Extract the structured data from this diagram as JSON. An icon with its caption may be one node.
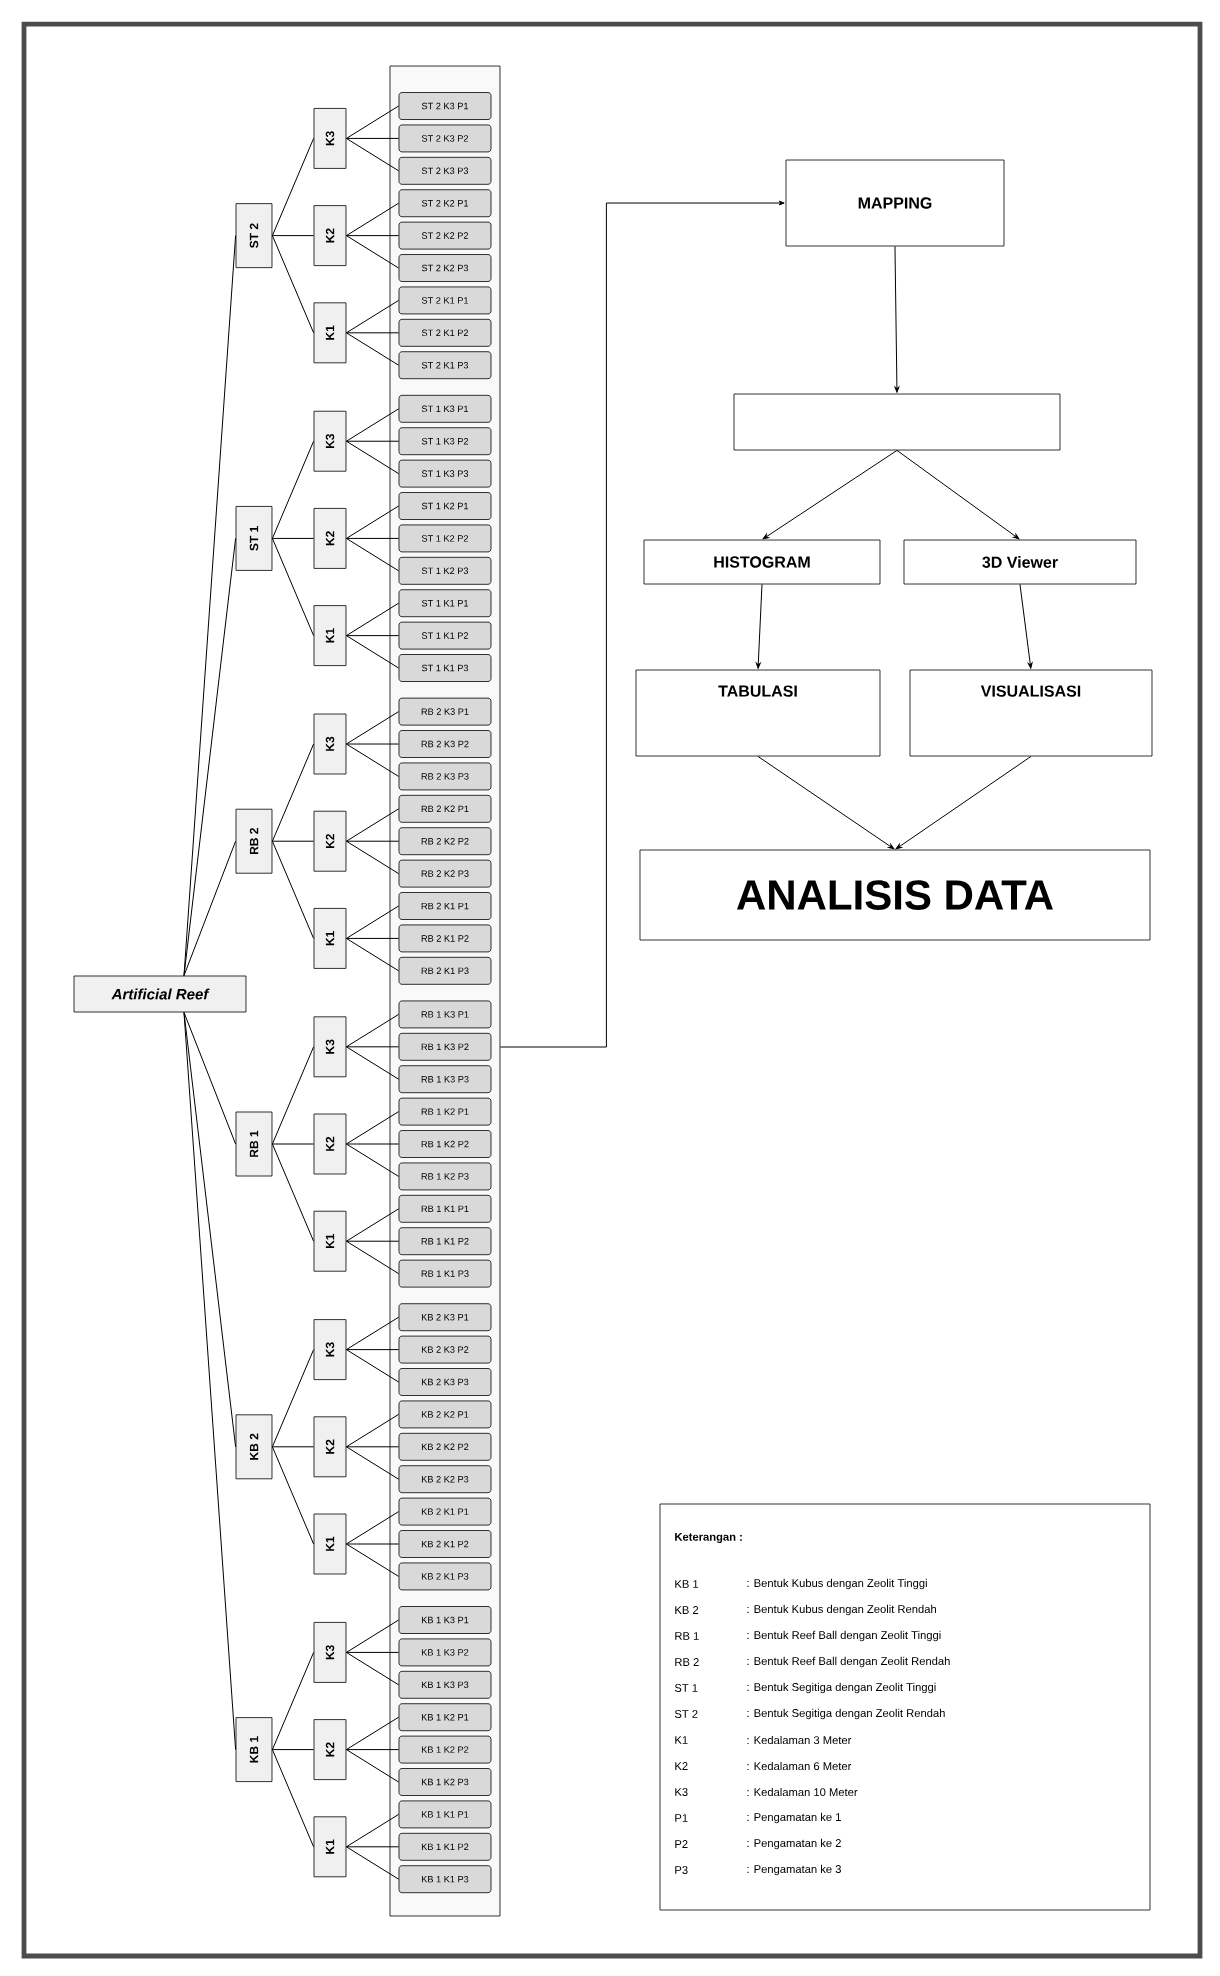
{
  "diagram": {
    "nodes": [
      {
        "text": [
          "Artificial Reef"
        ]
      },
      {
        "text": [
          "ST 2"
        ]
      },
      {
        "text": [
          "ST 1"
        ]
      },
      {
        "text": [
          "RB 2"
        ]
      },
      {
        "text": [
          "RB 1"
        ]
      },
      {
        "text": [
          "KB 2"
        ]
      },
      {
        "text": [
          "KB 1"
        ]
      },
      {
        "text": [
          "K3"
        ]
      },
      {
        "text": [
          "K2"
        ]
      },
      {
        "text": [
          "K1"
        ]
      },
      {
        "text": [
          "K3"
        ]
      },
      {
        "text": [
          "K2"
        ]
      },
      {
        "text": [
          "K1"
        ]
      },
      {
        "text": [
          "K3"
        ]
      },
      {
        "text": [
          "K2"
        ]
      },
      {
        "text": [
          "K1"
        ]
      },
      {
        "text": [
          "K3"
        ]
      },
      {
        "text": [
          "K2"
        ]
      },
      {
        "text": [
          "K1"
        ]
      },
      {
        "text": [
          "K3"
        ]
      },
      {
        "text": [
          "K2"
        ]
      },
      {
        "text": [
          "K1"
        ]
      },
      {
        "text": [
          "K3"
        ]
      },
      {
        "text": [
          "K2"
        ]
      },
      {
        "text": [
          "K1"
        ]
      },
      {
        "text": [],
        "shape": "box"
      },
      {
        "text": [
          "ST 2 K3 P1"
        ],
        "in": 25
      },
      {
        "text": [
          "ST 2 K3 P2"
        ],
        "in": 25
      },
      {
        "text": [
          "ST 2 K3 P3"
        ],
        "in": 25
      },
      {
        "text": [
          "ST 2 K2 P1"
        ],
        "in": 25
      },
      {
        "text": [
          "ST 2 K2 P2"
        ],
        "in": 25
      },
      {
        "text": [
          "ST 2 K2 P3"
        ],
        "in": 25
      },
      {
        "text": [
          "ST 2 K1 P1"
        ],
        "in": 25
      },
      {
        "text": [
          "ST 2 K1 P2"
        ],
        "in": 25
      },
      {
        "text": [
          "ST 2 K1 P3"
        ],
        "in": 25
      },
      {
        "text": [
          "ST 1 K3 P1"
        ],
        "in": 25
      },
      {
        "text": [
          "ST 1 K3 P2"
        ],
        "in": 25
      },
      {
        "text": [
          "ST 1 K3 P3"
        ],
        "in": 25
      },
      {
        "text": [
          "ST 1 K2 P1"
        ],
        "in": 25
      },
      {
        "text": [
          "ST 1 K2 P2"
        ],
        "in": 25
      },
      {
        "text": [
          "ST 1 K2 P3"
        ],
        "in": 25
      },
      {
        "text": [
          "ST 1 K1 P1"
        ],
        "in": 25
      },
      {
        "text": [
          "ST 1 K1 P2"
        ],
        "in": 25
      },
      {
        "text": [
          "ST 1 K1 P3"
        ],
        "in": 25
      },
      {
        "text": [
          "RB 2 K3 P1"
        ],
        "in": 25
      },
      {
        "text": [
          "RB 2 K3 P2"
        ],
        "in": 25
      },
      {
        "text": [
          "RB 2 K3 P3"
        ],
        "in": 25
      },
      {
        "text": [
          "RB 2 K2 P1"
        ],
        "in": 25
      },
      {
        "text": [
          "RB 2 K2 P2"
        ],
        "in": 25
      },
      {
        "text": [
          "RB 2 K2 P3"
        ],
        "in": 25
      },
      {
        "text": [
          "RB 2 K1 P1"
        ],
        "in": 25
      },
      {
        "text": [
          "RB 2 K1 P2"
        ],
        "in": 25
      },
      {
        "text": [
          "RB 2 K1 P3"
        ],
        "in": 25
      },
      {
        "text": [
          "RB 1 K3 P1"
        ],
        "in": 25
      },
      {
        "text": [
          "RB 1 K3 P2"
        ],
        "in": 25
      },
      {
        "text": [
          "RB 1 K3 P3"
        ],
        "in": 25
      },
      {
        "text": [
          "RB 1 K2 P1"
        ],
        "in": 25
      },
      {
        "text": [
          "RB 1 K2 P2"
        ],
        "in": 25
      },
      {
        "text": [
          "RB 1 K2 P3"
        ],
        "in": 25
      },
      {
        "text": [
          "RB 1 K1 P1"
        ],
        "in": 25
      },
      {
        "text": [
          "RB 1 K1 P2"
        ],
        "in": 25
      },
      {
        "text": [
          "RB 1 K1 P3"
        ],
        "in": 25
      },
      {
        "text": [
          "KB 2 K3 P1"
        ],
        "in": 25
      },
      {
        "text": [
          "KB 2 K3 P2"
        ],
        "in": 25
      },
      {
        "text": [
          "KB 2 K3 P3"
        ],
        "in": 25
      },
      {
        "text": [
          "KB 2 K2 P1"
        ],
        "in": 25
      },
      {
        "text": [
          "KB 2 K2 P2"
        ],
        "in": 25
      },
      {
        "text": [
          "KB 2 K2 P3"
        ],
        "in": 25
      },
      {
        "text": [
          "KB 2 K1 P1"
        ],
        "in": 25
      },
      {
        "text": [
          "KB 2 K1 P2"
        ],
        "in": 25
      },
      {
        "text": [
          "KB 2 K1 P3"
        ],
        "in": 25
      },
      {
        "text": [
          "KB 1 K3 P1"
        ],
        "in": 25
      },
      {
        "text": [
          "KB 1 K3 P2"
        ],
        "in": 25
      },
      {
        "text": [
          "KB 1 K3 P3"
        ],
        "in": 25
      },
      {
        "text": [
          "KB 1 K2 P1"
        ],
        "in": 25
      },
      {
        "text": [
          "KB 1 K2 P2"
        ],
        "in": 25
      },
      {
        "text": [
          "KB 1 K2 P3"
        ],
        "in": 25
      },
      {
        "text": [
          "KB 1 K1 P1"
        ],
        "in": 25
      },
      {
        "text": [
          "KB 1 K1 P2"
        ],
        "in": 25
      },
      {
        "text": [
          "KB 1 K1 P3"
        ],
        "in": 25
      },
      {
        "text": [
          "MAPPING"
        ]
      },
      {
        "text": [],
        "shape": "box"
      },
      {
        "text": [
          "HISTOGRAM"
        ]
      },
      {
        "text": [
          "3D Viewer"
        ]
      },
      {
        "text": [
          "TABULASI"
        ]
      },
      {
        "text": [
          "VISUALISASI"
        ]
      },
      {
        "text": [
          "ANALISIS DATA"
        ]
      },
      {
        "text": [
          "Keterangan :",
          "KB 1",
          ": Bentuk Kubus dengan Zeolit Tinggi",
          "KB 2",
          ": Bentuk Kubus dengan Zeolit Rendah",
          "RB 1",
          ": Bentuk Reef Ball dengan Zeolit Tinggi",
          "RB 2",
          ": Bentuk Reef Ball dengan Zeolit Rendah",
          "ST 1",
          ": Bentuk Segitiga dengan Zeolit Tinggi",
          "ST 2",
          ": Bentuk Segitiga dengan Zeolit Rendah",
          "K1",
          ": Kedalaman 3 Meter",
          "K2",
          ": Kedalaman 6 Meter",
          "K3",
          ": Kedalaman 10 Meter",
          "P1",
          ": Pengamatan ke 1",
          "P2",
          ": Pengamatan ke 2",
          "P3",
          ": Pengamatan ke 3"
        ]
      }
    ],
    "edges": [
      {
        "from": 0,
        "to": 1,
        "arrow": "none"
      },
      {
        "from": 0,
        "to": 2,
        "arrow": "none"
      },
      {
        "from": 0,
        "to": 3,
        "arrow": "none"
      },
      {
        "from": 0,
        "to": 4,
        "arrow": "none"
      },
      {
        "from": 0,
        "to": 5,
        "arrow": "none"
      },
      {
        "from": 0,
        "to": 6,
        "arrow": "none"
      },
      {
        "from": 1,
        "to": 7,
        "arrow": "none"
      },
      {
        "from": 1,
        "to": 8,
        "arrow": "none"
      },
      {
        "from": 1,
        "to": 9,
        "arrow": "none"
      },
      {
        "from": 2,
        "to": 10,
        "arrow": "none"
      },
      {
        "from": 2,
        "to": 11,
        "arrow": "none"
      },
      {
        "from": 2,
        "to": 12,
        "arrow": "none"
      },
      {
        "from": 3,
        "to": 13,
        "arrow": "none"
      },
      {
        "from": 3,
        "to": 14,
        "arrow": "none"
      },
      {
        "from": 3,
        "to": 15,
        "arrow": "none"
      },
      {
        "from": 4,
        "to": 16,
        "arrow": "none"
      },
      {
        "from": 4,
        "to": 17,
        "arrow": "none"
      },
      {
        "from": 4,
        "to": 18,
        "arrow": "none"
      },
      {
        "from": 5,
        "to": 19,
        "arrow": "none"
      },
      {
        "from": 5,
        "to": 20,
        "arrow": "none"
      },
      {
        "from": 5,
        "to": 21,
        "arrow": "none"
      },
      {
        "from": 6,
        "to": 22,
        "arrow": "none"
      },
      {
        "from": 6,
        "to": 23,
        "arrow": "none"
      },
      {
        "from": 6,
        "to": 24,
        "arrow": "none"
      },
      {
        "from": 7,
        "to": 26,
        "arrow": "none"
      },
      {
        "from": 7,
        "to": 27,
        "arrow": "none"
      },
      {
        "from": 7,
        "to": 28,
        "arrow": "none"
      },
      {
        "from": 8,
        "to": 29,
        "arrow": "none"
      },
      {
        "from": 8,
        "to": 30,
        "arrow": "none"
      },
      {
        "from": 8,
        "to": 31,
        "arrow": "none"
      },
      {
        "from": 9,
        "to": 32,
        "arrow": "none"
      },
      {
        "from": 9,
        "to": 33,
        "arrow": "none"
      },
      {
        "from": 9,
        "to": 34,
        "arrow": "none"
      },
      {
        "from": 10,
        "to": 35,
        "arrow": "none"
      },
      {
        "from": 10,
        "to": 36,
        "arrow": "none"
      },
      {
        "from": 10,
        "to": 37,
        "arrow": "none"
      },
      {
        "from": 11,
        "to": 38,
        "arrow": "none"
      },
      {
        "from": 11,
        "to": 39,
        "arrow": "none"
      },
      {
        "from": 11,
        "to": 40,
        "arrow": "none"
      },
      {
        "from": 12,
        "to": 41,
        "arrow": "none"
      },
      {
        "from": 12,
        "to": 42,
        "arrow": "none"
      },
      {
        "from": 12,
        "to": 43,
        "arrow": "none"
      },
      {
        "from": 13,
        "to": 44,
        "arrow": "none"
      },
      {
        "from": 13,
        "to": 45,
        "arrow": "none"
      },
      {
        "from": 13,
        "to": 46,
        "arrow": "none"
      },
      {
        "from": 14,
        "to": 47,
        "arrow": "none"
      },
      {
        "from": 14,
        "to": 48,
        "arrow": "none"
      },
      {
        "from": 14,
        "to": 49,
        "arrow": "none"
      },
      {
        "from": 15,
        "to": 50,
        "arrow": "none"
      },
      {
        "from": 15,
        "to": 51,
        "arrow": "none"
      },
      {
        "from": 15,
        "to": 52,
        "arrow": "none"
      },
      {
        "from": 16,
        "to": 53,
        "arrow": "none"
      },
      {
        "from": 16,
        "to": 54,
        "arrow": "none"
      },
      {
        "from": 16,
        "to": 55,
        "arrow": "none"
      },
      {
        "from": 17,
        "to": 56,
        "arrow": "none"
      },
      {
        "from": 17,
        "to": 57,
        "arrow": "none"
      },
      {
        "from": 17,
        "to": 58,
        "arrow": "none"
      },
      {
        "from": 18,
        "to": 59,
        "arrow": "none"
      },
      {
        "from": 18,
        "to": 60,
        "arrow": "none"
      },
      {
        "from": 18,
        "to": 61,
        "arrow": "none"
      },
      {
        "from": 19,
        "to": 62,
        "arrow": "none"
      },
      {
        "from": 19,
        "to": 63,
        "arrow": "none"
      },
      {
        "from": 19,
        "to": 64,
        "arrow": "none"
      },
      {
        "from": 20,
        "to": 65,
        "arrow": "none"
      },
      {
        "from": 20,
        "to": 66,
        "arrow": "none"
      },
      {
        "from": 20,
        "to": 67,
        "arrow": "none"
      },
      {
        "from": 21,
        "to": 68,
        "arrow": "none"
      },
      {
        "from": 21,
        "to": 69,
        "arrow": "none"
      },
      {
        "from": 21,
        "to": 70,
        "arrow": "none"
      },
      {
        "from": 22,
        "to": 71,
        "arrow": "none"
      },
      {
        "from": 22,
        "to": 72,
        "arrow": "none"
      },
      {
        "from": 22,
        "to": 73,
        "arrow": "none"
      },
      {
        "from": 23,
        "to": 74,
        "arrow": "none"
      },
      {
        "from": 23,
        "to": 75,
        "arrow": "none"
      },
      {
        "from": 23,
        "to": 76,
        "arrow": "none"
      },
      {
        "from": 24,
        "to": 77,
        "arrow": "none"
      },
      {
        "from": 24,
        "to": 78,
        "arrow": "none"
      },
      {
        "from": 24,
        "to": 79,
        "arrow": "none"
      },
      {
        "from": 25,
        "to": 80,
        "arrow": "to"
      },
      {
        "from": 80,
        "to": 81,
        "arrow": "to"
      },
      {
        "from": 81,
        "to": 82,
        "arrow": "to"
      },
      {
        "from": 81,
        "to": 83,
        "arrow": "to"
      },
      {
        "from": 82,
        "to": 84,
        "arrow": "to"
      },
      {
        "from": 83,
        "to": 85,
        "arrow": "to"
      },
      {
        "from": 84,
        "to": 86,
        "arrow": "to"
      },
      {
        "from": 85,
        "to": 86,
        "arrow": "to"
      }
    ]
  }
}
